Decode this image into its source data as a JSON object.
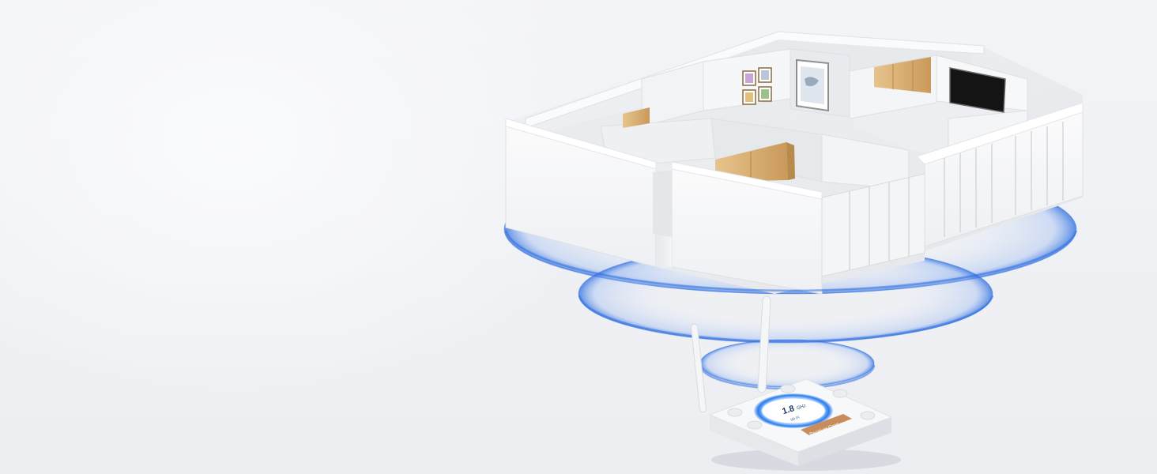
{
  "scene": {
    "description_alt": "",
    "colors": {
      "background": "#eef0f3",
      "wall": "#f7f8f9",
      "wall_shade": "#e3e6ea",
      "wood": "#d9b071",
      "wifi_ring": "#2f6fe0",
      "device_body": "#f4f5f6",
      "device_ring": "#2a7bea",
      "device_tag": "#c98d5b"
    }
  },
  "device": {
    "display_big": "1.8",
    "display_unit": "GHz",
    "display_small": "Wi-Fi",
    "tag_label": "Receiver Card"
  }
}
